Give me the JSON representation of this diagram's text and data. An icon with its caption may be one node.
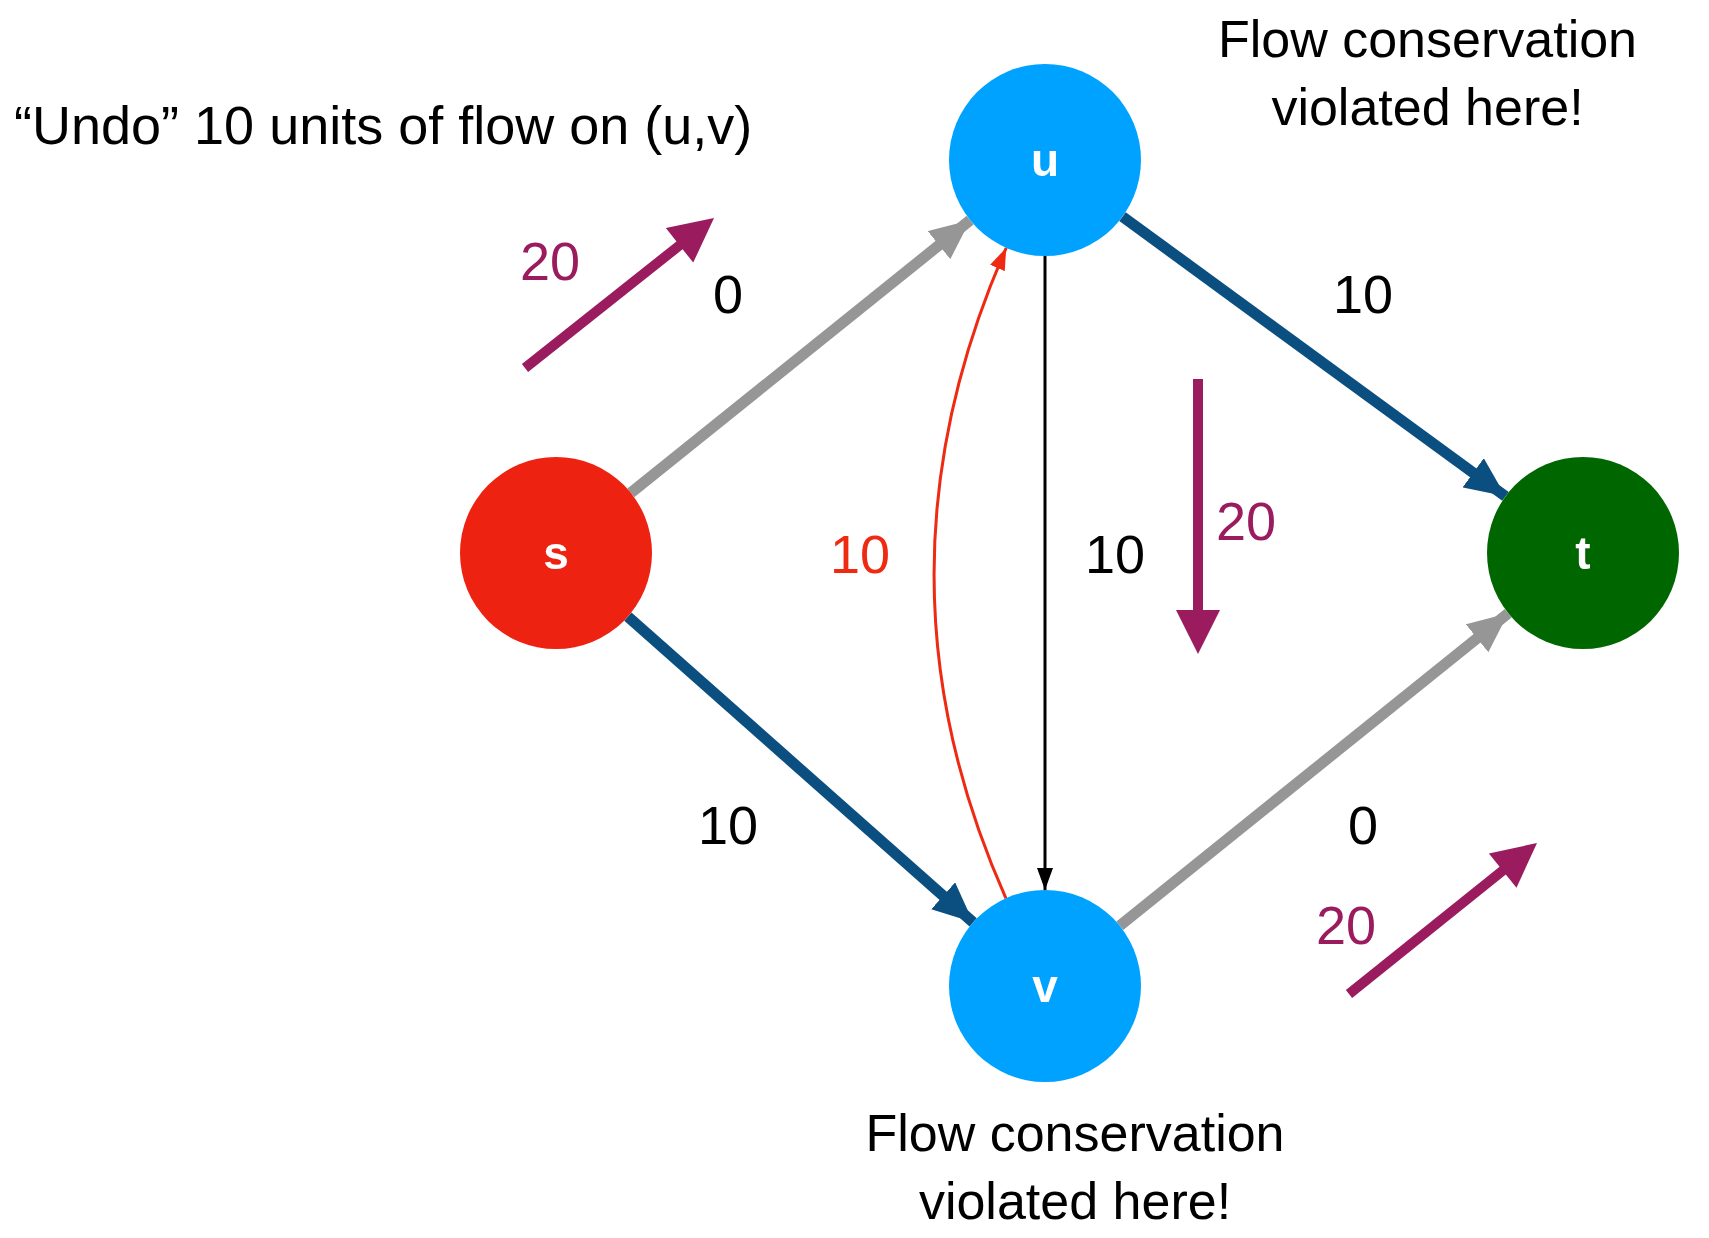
{
  "diagram": {
    "nodes": [
      {
        "text": [
          "s"
        ]
      },
      {
        "text": [
          "u"
        ],
        "beside": [
          "Flow conservation violated here!"
        ]
      },
      {
        "text": [
          "v"
        ],
        "beside": [
          "Flow conservation violated here!"
        ]
      },
      {
        "text": [
          "t"
        ]
      }
    ],
    "edges": [
      {
        "from": 0,
        "to": 1,
        "arrow": "to",
        "label": "0",
        "color": "#969696"
      },
      {
        "from": 1,
        "to": 3,
        "arrow": "to",
        "label": "10",
        "color": "#0b4f80"
      },
      {
        "from": 0,
        "to": 2,
        "arrow": "to",
        "label": "10",
        "color": "#0b4f80"
      },
      {
        "from": 2,
        "to": 3,
        "arrow": "to",
        "label": "0",
        "color": "#969696"
      },
      {
        "from": 1,
        "to": 2,
        "arrow": "to",
        "label": "10",
        "color": "#000000"
      },
      {
        "from": 2,
        "to": 1,
        "arrow": "to",
        "label": "10",
        "color": "#ee2a12"
      }
    ],
    "labels": [
      "“Undo” 10 units of flow on (u,v)",
      "20",
      "20",
      "20"
    ]
  }
}
